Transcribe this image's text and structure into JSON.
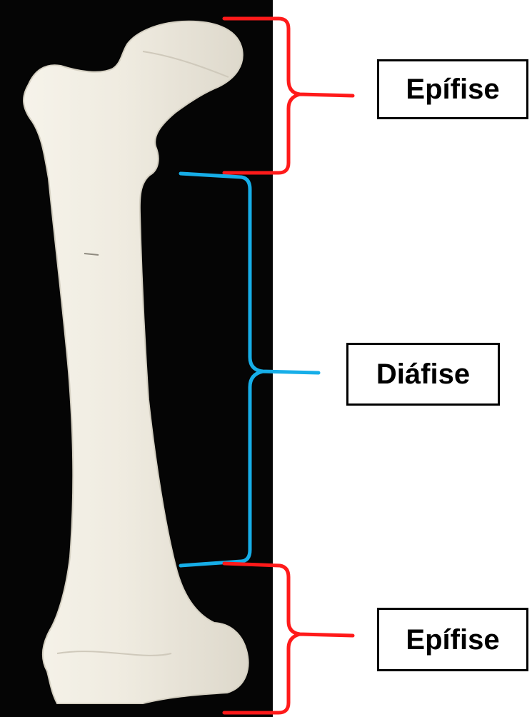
{
  "labels": {
    "top_epiphysis": "Epífise",
    "diaphysis": "Diáfise",
    "bottom_epiphysis": "Epífise"
  },
  "colors": {
    "photo_background": "#000000",
    "bone": "#f1ede2",
    "epiphysis_bracket": "#ff1a1a",
    "diaphysis_bracket": "#16aee8",
    "label_border": "#000000"
  }
}
